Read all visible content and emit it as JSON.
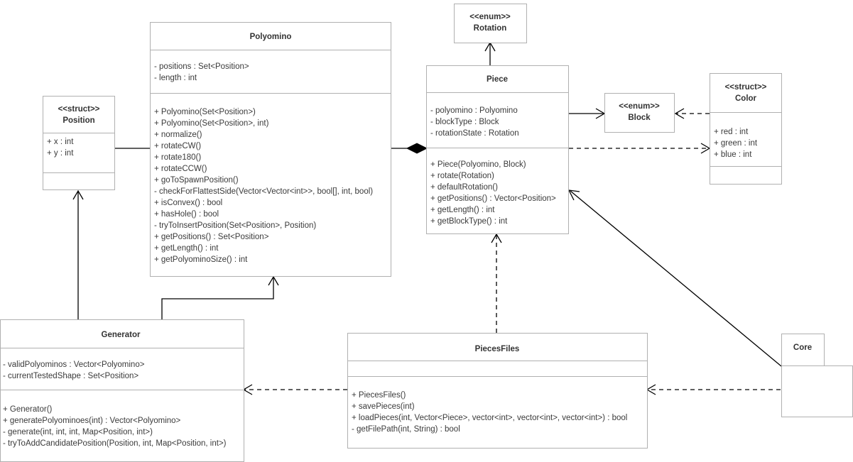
{
  "diagram": {
    "kind": "uml-class-diagram",
    "background": "#ffffff",
    "box_stroke": "#b0b0b0",
    "edge_stroke": "#000000",
    "text_color": "#3a3a3a",
    "title_color": "#333333"
  },
  "classes": {
    "position": {
      "stereotype": "<<struct>>",
      "name": "Position",
      "attributes": [
        "+ x : int",
        "+ y : int"
      ],
      "methods": []
    },
    "polyomino": {
      "stereotype": "",
      "name": "Polyomino",
      "attributes": [
        "- positions : Set<Position>",
        "- length : int"
      ],
      "methods": [
        "+ Polyomino(Set<Position>)",
        "+ Polyomino(Set<Position>, int)",
        "+ normalize()",
        "+ rotateCW()",
        "+ rotate180()",
        "+ rotateCCW()",
        "+ goToSpawnPosition()",
        "- checkForFlattestSide(Vector<Vector<int>>, bool[], int, bool)",
        "+ isConvex() : bool",
        "+ hasHole() : bool",
        "- tryToInsertPosition(Set<Position>, Position)",
        "+ getPositions() : Set<Position>",
        "+ getLength() : int",
        "+ getPolyominoSize() : int"
      ]
    },
    "rotation": {
      "stereotype": "<<enum>>",
      "name": "Rotation",
      "attributes": [],
      "methods": []
    },
    "piece": {
      "stereotype": "",
      "name": "Piece",
      "attributes": [
        "- polyomino : Polyomino",
        "- blockType : Block",
        "- rotationState : Rotation"
      ],
      "methods": [
        "+ Piece(Polyomino, Block)",
        "+ rotate(Rotation)",
        "+ defaultRotation()",
        "+ getPositions() : Vector<Position>",
        "+ getLength() : int",
        "+ getBlockType() : int"
      ]
    },
    "block": {
      "stereotype": "<<enum>>",
      "name": "Block",
      "attributes": [],
      "methods": []
    },
    "color": {
      "stereotype": "<<struct>>",
      "name": "Color",
      "attributes": [
        "+ red : int",
        "+ green : int",
        "+ blue : int"
      ],
      "methods": []
    },
    "generator": {
      "stereotype": "",
      "name": "Generator",
      "attributes": [
        "- validPolyominos : Vector<Polyomino>",
        "- currentTestedShape : Set<Position>"
      ],
      "methods": [
        "+ Generator()",
        "+ generatePolyominoes(int) : Vector<Polyomino>",
        "- generate(int, int, int, Map<Position, int>)",
        "- tryToAddCandidatePosition(Position, int, Map<Position, int>)"
      ]
    },
    "piecesfiles": {
      "stereotype": "",
      "name": "PiecesFiles",
      "attributes": [],
      "methods": [
        "+ PiecesFiles()",
        "+ savePieces(int)",
        "+ loadPieces(int, Vector<Piece>, vector<int>, vector<int>, vector<int>) : bool",
        "- getFilePath(int, String) : bool"
      ]
    },
    "core": {
      "stereotype": "",
      "name": "Core",
      "attributes": [],
      "methods": []
    }
  },
  "relationships": [
    {
      "id": "position-polyomino",
      "from": "Position",
      "to": "Polyomino",
      "type": "composition"
    },
    {
      "id": "polyomino-piece",
      "from": "Polyomino",
      "to": "Piece",
      "type": "composition"
    },
    {
      "id": "piece-rotation",
      "from": "Piece",
      "to": "Rotation",
      "type": "association"
    },
    {
      "id": "piece-block",
      "from": "Piece",
      "to": "Block",
      "type": "association"
    },
    {
      "id": "color-block",
      "from": "Color",
      "to": "Block",
      "type": "dependency"
    },
    {
      "id": "piece-color",
      "from": "Piece",
      "to": "Color",
      "type": "dependency"
    },
    {
      "id": "generator-polyomino",
      "from": "Generator",
      "to": "Polyomino",
      "type": "association"
    },
    {
      "id": "generator-position",
      "from": "Generator",
      "to": "Position",
      "type": "association"
    },
    {
      "id": "piecesfiles-piece",
      "from": "PiecesFiles",
      "to": "Piece",
      "type": "dependency"
    },
    {
      "id": "piecesfiles-generator",
      "from": "PiecesFiles",
      "to": "Generator",
      "type": "dependency"
    },
    {
      "id": "core-piecesfiles",
      "from": "Core",
      "to": "PiecesFiles",
      "type": "dependency"
    },
    {
      "id": "core-piece",
      "from": "Core",
      "to": "Piece",
      "type": "association"
    }
  ]
}
